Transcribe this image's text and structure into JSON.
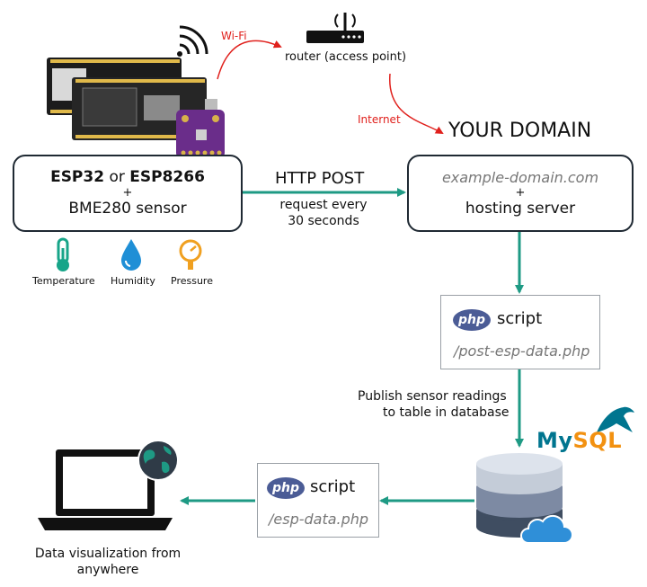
{
  "wifi": "Wi-Fi",
  "router": "router (access point)",
  "internet": "Internet",
  "your_domain": "YOUR DOMAIN",
  "esp_box": {
    "esp32": "ESP32",
    "or": " or ",
    "esp8266": "ESP8266",
    "plus": "+",
    "sensor": "BME280 sensor"
  },
  "http_post": "HTTP POST",
  "request_line1": "request every",
  "request_line2": "30 seconds",
  "domain_box": {
    "domain": "example-domain.com",
    "plus": "+",
    "server": "hosting server"
  },
  "sensors": [
    {
      "label": "Temperature",
      "icon": "thermometer-icon"
    },
    {
      "label": "Humidity",
      "icon": "droplet-icon"
    },
    {
      "label": "Pressure",
      "icon": "gauge-icon"
    }
  ],
  "php1": {
    "logo": "php",
    "script": "script",
    "file": "/post-esp-data.php"
  },
  "publish_line1": "Publish sensor readings",
  "publish_line2": "to table in database",
  "mysql": {
    "my": "My",
    "sql": "SQL"
  },
  "php2": {
    "logo": "php",
    "script": "script",
    "file": "/esp-data.php"
  },
  "viz_line1": "Data visualization from",
  "viz_line2": "anywhere",
  "colors": {
    "arrow": "#1e9a84",
    "red": "#e0201c",
    "php": "#4b5c96",
    "mysql_blue": "#00758f",
    "mysql_orange": "#f29111",
    "db_dark": "#3f4d61",
    "db_mid": "#7d8aa3",
    "db_light": "#c4ccd8",
    "cloud": "#2f8fd8",
    "sensor_teal": "#17a589",
    "sensor_blue": "#1f8fd6",
    "sensor_orange": "#f0a020"
  }
}
